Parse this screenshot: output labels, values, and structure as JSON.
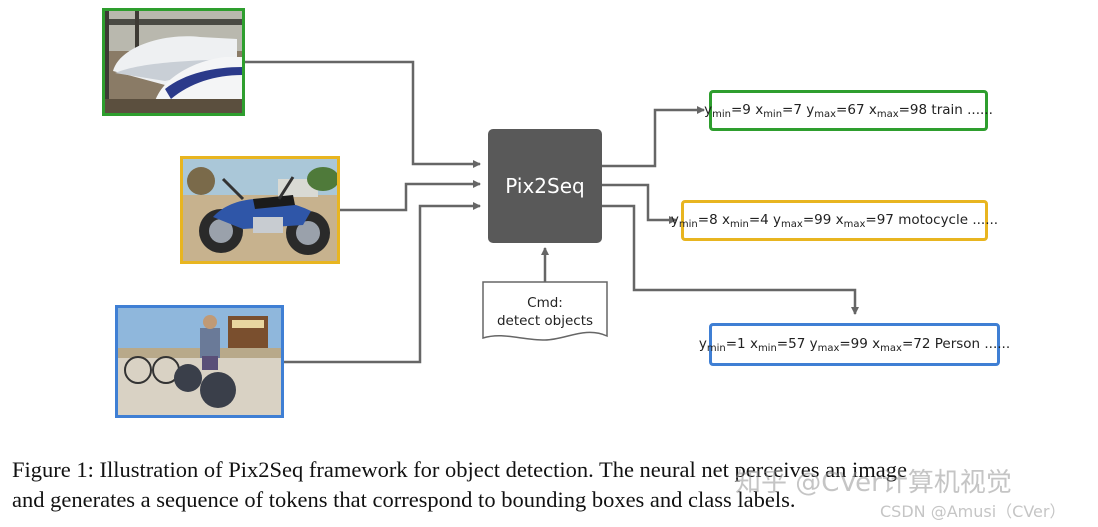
{
  "model_label": "Pix2Seq",
  "command": {
    "line1": "Cmd:",
    "line2": "detect objects"
  },
  "outputs": [
    {
      "color": "#2e9e2e",
      "pairs": [
        [
          "y",
          "min",
          "9"
        ],
        [
          "x",
          "min",
          "7"
        ],
        [
          "y",
          "max",
          "67"
        ],
        [
          "x",
          "max",
          "98"
        ]
      ],
      "label": "train",
      "ellipsis": "......"
    },
    {
      "color": "#e8b520",
      "pairs": [
        [
          "y",
          "min",
          "8"
        ],
        [
          "x",
          "min",
          "4"
        ],
        [
          "y",
          "max",
          "99"
        ],
        [
          "x",
          "max",
          "97"
        ]
      ],
      "label": "motocycle",
      "ellipsis": "......"
    },
    {
      "color": "#3f7fd4",
      "pairs": [
        [
          "y",
          "min",
          "1"
        ],
        [
          "x",
          "min",
          "57"
        ],
        [
          "y",
          "max",
          "99"
        ],
        [
          "x",
          "max",
          "72"
        ]
      ],
      "label": "Person",
      "ellipsis": "......"
    }
  ],
  "inputs": [
    {
      "color": "#2e9e2e",
      "subject": "train"
    },
    {
      "color": "#e8b520",
      "subject": "motorcycle"
    },
    {
      "color": "#3f7fd4",
      "subject": "person on bike"
    }
  ],
  "caption": {
    "line1": "Figure 1: Illustration of Pix2Seq framework for object detection. The neural net perceives an image",
    "line2": "and generates a sequence of tokens that correspond to bounding boxes and class labels."
  },
  "watermark": {
    "main": "知乎 @CVer计算机视觉",
    "sub": "CSDN @Amusi（CVer）"
  },
  "colors": {
    "arrow": "#666666",
    "model_box": "#595959"
  }
}
